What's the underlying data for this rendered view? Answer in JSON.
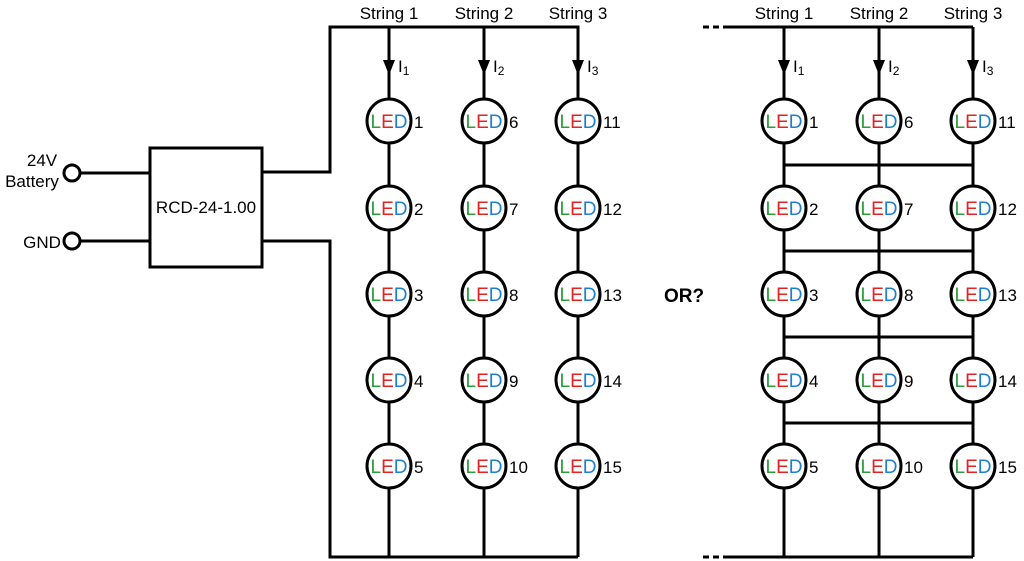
{
  "battery": {
    "line1": "24V",
    "line2": "Battery"
  },
  "gnd_label": "GND",
  "converter_label": "RCD-24-1.00",
  "or_label": "OR?",
  "strings": [
    {
      "name": "String 1",
      "current_main": "I",
      "current_sub": "1",
      "leds": [
        1,
        2,
        3,
        4,
        5
      ]
    },
    {
      "name": "String 2",
      "current_main": "I",
      "current_sub": "2",
      "leds": [
        6,
        7,
        8,
        9,
        10
      ]
    },
    {
      "name": "String 3",
      "current_main": "I",
      "current_sub": "3",
      "leds": [
        11,
        12,
        13,
        14,
        15
      ]
    }
  ],
  "led_text": {
    "l": "L",
    "e": "E",
    "d": "D"
  },
  "colors": {
    "l": "#2a9d3a",
    "e": "#e32222",
    "d": "#1d7fd0",
    "wire": "#000000"
  }
}
